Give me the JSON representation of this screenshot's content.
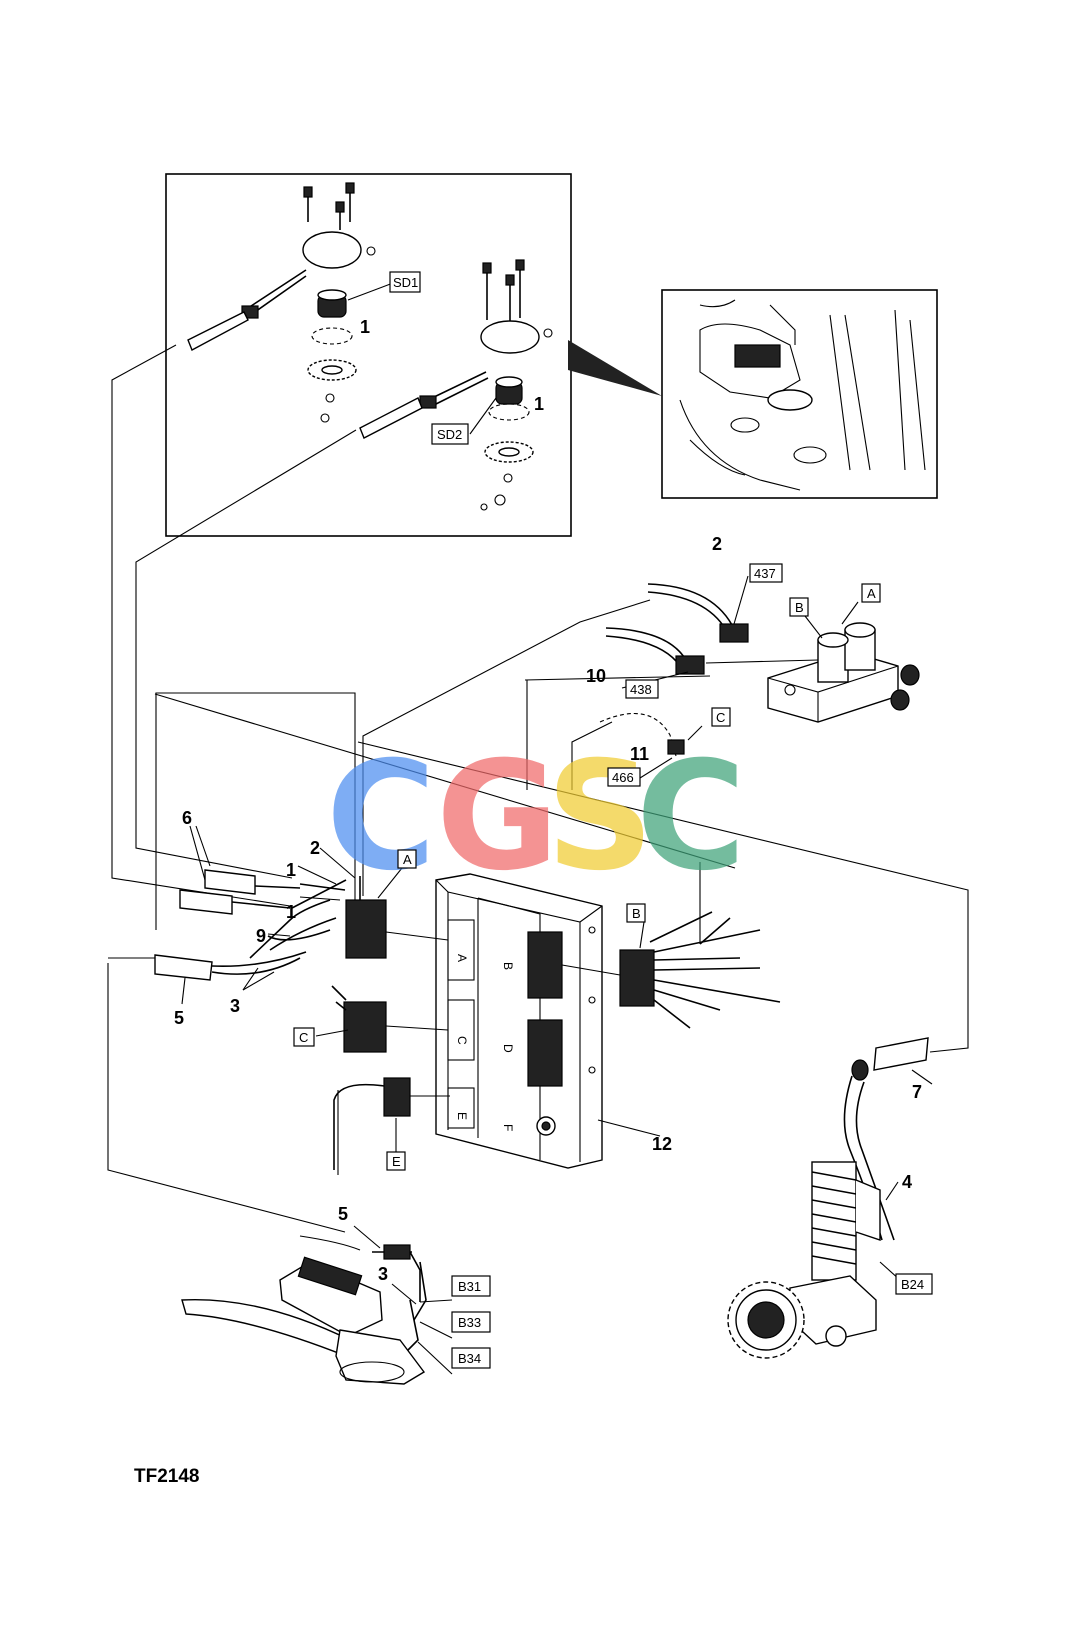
{
  "figure_code": "TF2148",
  "watermark": {
    "letters": [
      "C",
      "G",
      "S",
      "C"
    ],
    "colors": [
      "#4d8ef0",
      "#f06a6a",
      "#f0cc33",
      "#3fa37a"
    ]
  },
  "tags": {
    "sd1": "SD1",
    "sd2": "SD2",
    "t437": "437",
    "t438": "438",
    "t466": "466",
    "valve_a": "A",
    "valve_b": "B",
    "valve_c": "C",
    "conn_a": "A",
    "conn_b": "B",
    "conn_c": "C",
    "conn_e": "E",
    "b31": "B31",
    "b33": "B33",
    "b34": "B34",
    "b24": "B24"
  },
  "ecu_slots": [
    "A",
    "B",
    "C",
    "D",
    "E",
    "F"
  ],
  "callouts": {
    "inset_1a": "1",
    "inset_1b": "1",
    "c2_top": "2",
    "c10": "10",
    "c11": "11",
    "c6": "6",
    "c2_left": "2",
    "c1_upper": "1",
    "c1_lower": "1",
    "c9": "9",
    "c5_left": "5",
    "c3_left": "3",
    "c12": "12",
    "c7": "7",
    "c4": "4",
    "c5_bottom": "5",
    "c3_bottom": "3"
  }
}
